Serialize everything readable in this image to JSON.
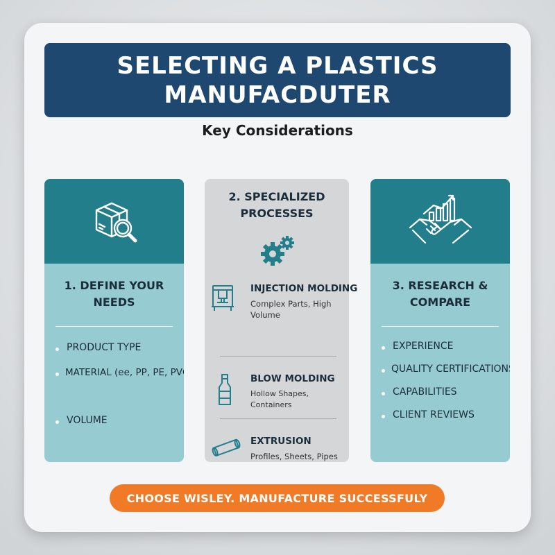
{
  "banner": {
    "title": "SELECTING A PLASTICS MANUFACDUTER"
  },
  "subtitle": "Key Considerations",
  "left": {
    "icon": "box-magnifier-icon",
    "heading": "1. DEFINE YOUR NEEDS",
    "items": [
      "PRODUCT TYPE",
      "MATERIAL (ee, PP, PE, PVC)",
      "VOLUME"
    ]
  },
  "middle": {
    "icon": "gears-icon",
    "heading": "2. SPECIALIZED PROCESSES",
    "processes": [
      {
        "icon": "injection-machine-icon",
        "title": "INJECTION MOLDING",
        "desc": "Complex Parts, High Volume"
      },
      {
        "icon": "bottle-icon",
        "title": "BLOW MOLDING",
        "desc": "Hollow Shapes, Containers"
      },
      {
        "icon": "pipe-icon",
        "title": "EXTRUSION",
        "desc": "Profiles, Sheets, Pipes"
      }
    ]
  },
  "right": {
    "icon": "handshake-chart-icon",
    "heading": "3. RESEARCH & COMPARE",
    "items": [
      "EXPERIENCE",
      "QUALITY CERTIFICATIONS",
      "CAPABILITIES",
      "CLIENT REVIEWS"
    ]
  },
  "cta": "CHOOSE WISLEY. MANUFACTURE SUCCESSFULY",
  "colors": {
    "banner": "#1f4870",
    "teal_dark": "#237e8c",
    "teal_light": "#95cbd1",
    "cta": "#f07a25",
    "gray_panel": "#d4d6d8"
  }
}
